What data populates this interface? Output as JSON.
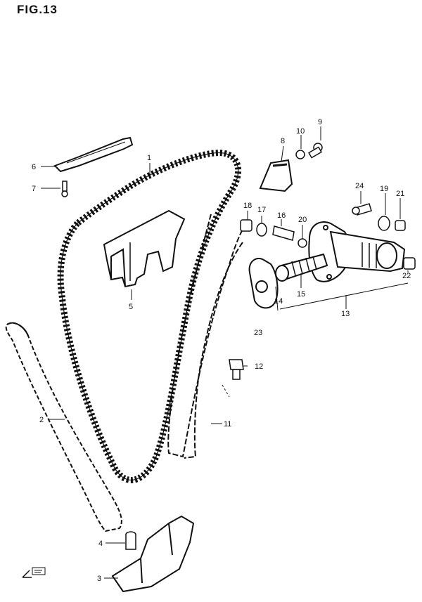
{
  "figure": {
    "title": "FIG.13"
  },
  "callouts": {
    "c1": "1",
    "c2": "2",
    "c3": "3",
    "c4": "4",
    "c5": "5",
    "c6": "6",
    "c7": "7",
    "c8": "8",
    "c9": "9",
    "c10": "10",
    "c11": "11",
    "c12": "12",
    "c13": "13",
    "c14": "14",
    "c15": "15",
    "c16": "16",
    "c17": "17",
    "c18": "18",
    "c19": "19",
    "c20": "20",
    "c21": "21",
    "c22": "22",
    "c23": "23",
    "c24": "24"
  },
  "icons": {
    "front_arrow": "front-arrow-icon"
  },
  "colors": {
    "ink": "#111111",
    "paper": "#ffffff"
  }
}
